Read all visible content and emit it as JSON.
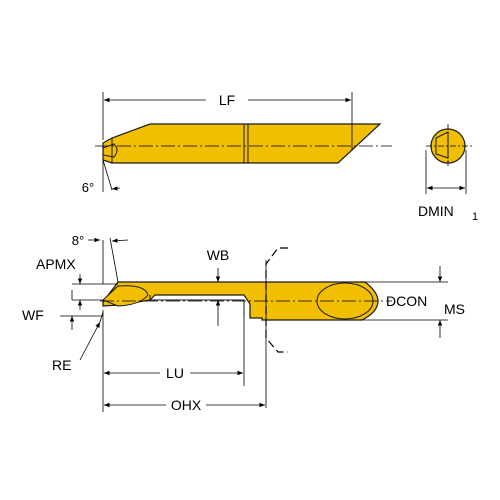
{
  "labels": {
    "lf": "LF",
    "angle_top": "6°",
    "dmin": "DMIN",
    "dmin_sub": "1",
    "angle_bottom": "8°",
    "wb": "WB",
    "apmx": "APMX",
    "wf": "WF",
    "re": "RE",
    "dcon": "DCON",
    "dcon_sub": "MS",
    "lu": "LU",
    "ohx": "OHX"
  },
  "colors": {
    "tool_fill": "#F2BE00",
    "outline": "#1a1a1a",
    "dimension": "#000000",
    "background": "#ffffff"
  }
}
